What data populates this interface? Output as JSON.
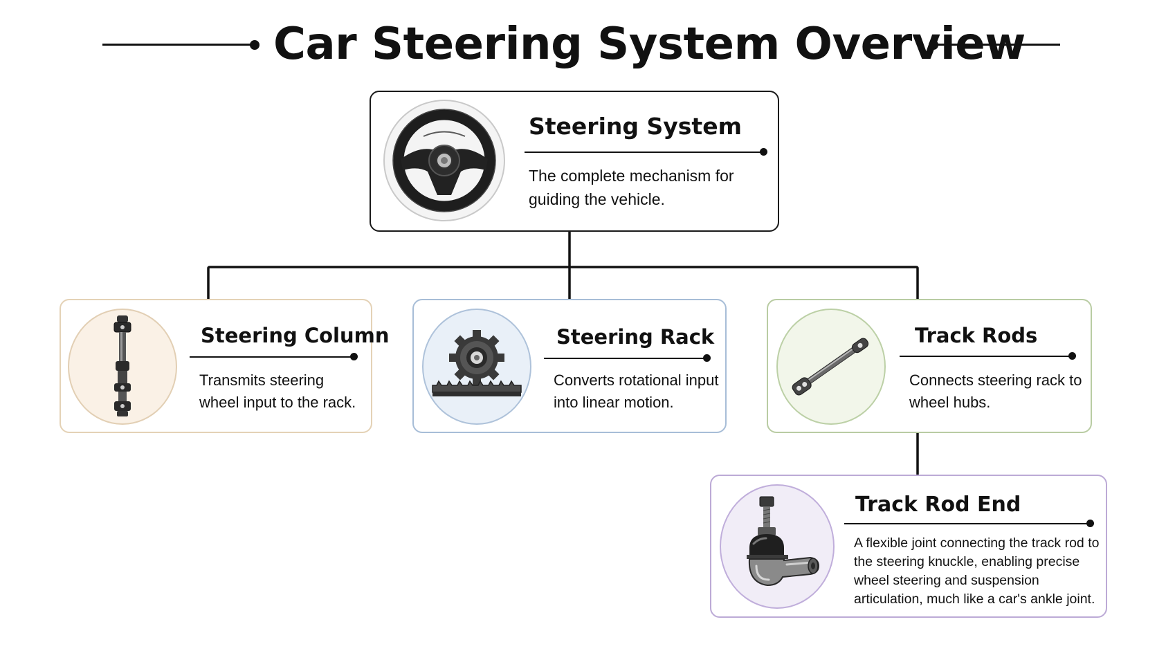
{
  "page": {
    "title": "Car Steering System Overview"
  },
  "nodes": {
    "root": {
      "title": "Steering System",
      "description": "The complete mechanism for guiding the vehicle.",
      "icon": "steering-wheel-icon"
    },
    "steering_column": {
      "title": "Steering Column",
      "description": "Transmits steering wheel input to the rack.",
      "icon": "steering-column-icon",
      "accent_color": "#e4d2b6"
    },
    "steering_rack": {
      "title": "Steering Rack",
      "description": "Converts rotational input into linear motion.",
      "icon": "gear-rack-icon",
      "accent_color": "#a7bdd7"
    },
    "track_rods": {
      "title": "Track Rods",
      "description": "Connects steering rack to wheel hubs.",
      "icon": "track-rod-icon",
      "accent_color": "#b9cca3"
    },
    "track_rod_end": {
      "title": "Track Rod End",
      "description": "A flexible joint connecting the track rod to the steering knuckle, enabling precise wheel steering and suspension articulation, much like a car's ankle joint.",
      "icon": "ball-joint-icon",
      "accent_color": "#bcaad6"
    }
  }
}
